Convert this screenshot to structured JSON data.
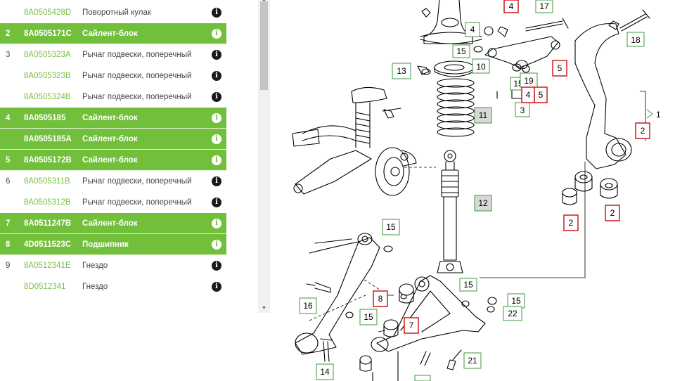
{
  "parts": [
    {
      "num": "",
      "code": "8A0505428D",
      "name": "Поворотный кулак",
      "highlight": false
    },
    {
      "num": "2",
      "code": "8A0505171C",
      "name": "Сайлент-блок",
      "highlight": true
    },
    {
      "num": "3",
      "code": "8A0505323A",
      "name": "Рычаг подвески, поперечный",
      "highlight": false
    },
    {
      "num": "",
      "code": "8A0505323B",
      "name": "Рычаг подвески, поперечный",
      "highlight": false
    },
    {
      "num": "",
      "code": "8A0505324B",
      "name": "Рычаг подвески, поперечный",
      "highlight": false
    },
    {
      "num": "4",
      "code": "8A0505185",
      "name": "Сайлент-блок",
      "highlight": true
    },
    {
      "num": "",
      "code": "8A0505185A",
      "name": "Сайлент-блок",
      "highlight": true
    },
    {
      "num": "5",
      "code": "8A0505172B",
      "name": "Сайлент-блок",
      "highlight": true
    },
    {
      "num": "6",
      "code": "8A0505311B",
      "name": "Рычаг подвески, поперечный",
      "highlight": false
    },
    {
      "num": "",
      "code": "8A0505312B",
      "name": "Рычаг подвески, поперечный",
      "highlight": false
    },
    {
      "num": "7",
      "code": "8A0511247B",
      "name": "Сайлент-блок",
      "highlight": true
    },
    {
      "num": "8",
      "code": "4D0511523C",
      "name": "Подшипник",
      "highlight": true
    },
    {
      "num": "9",
      "code": "8A0512341E",
      "name": "Гнездо",
      "highlight": false
    },
    {
      "num": "",
      "code": "8D0512341",
      "name": "Гнездо",
      "highlight": false
    }
  ],
  "info_glyph": "i",
  "diagram": {
    "callouts_green": [
      "4",
      "17",
      "18",
      "15",
      "10",
      "13",
      "15",
      "19",
      "3",
      "11",
      "12",
      "15",
      "15",
      "15",
      "22",
      "16",
      "15",
      "14",
      "21"
    ],
    "callouts_red": [
      "4",
      "5",
      "4",
      "5",
      "2",
      "2",
      "2",
      "8",
      "7"
    ],
    "edge_label": "1"
  },
  "colors": {
    "accent_green": "#72bf3b",
    "code_green": "#7ac143",
    "callout_green": "#3c9a3c",
    "callout_red": "#d11a1a",
    "callout_fill_grey": "#d9d9d9"
  }
}
